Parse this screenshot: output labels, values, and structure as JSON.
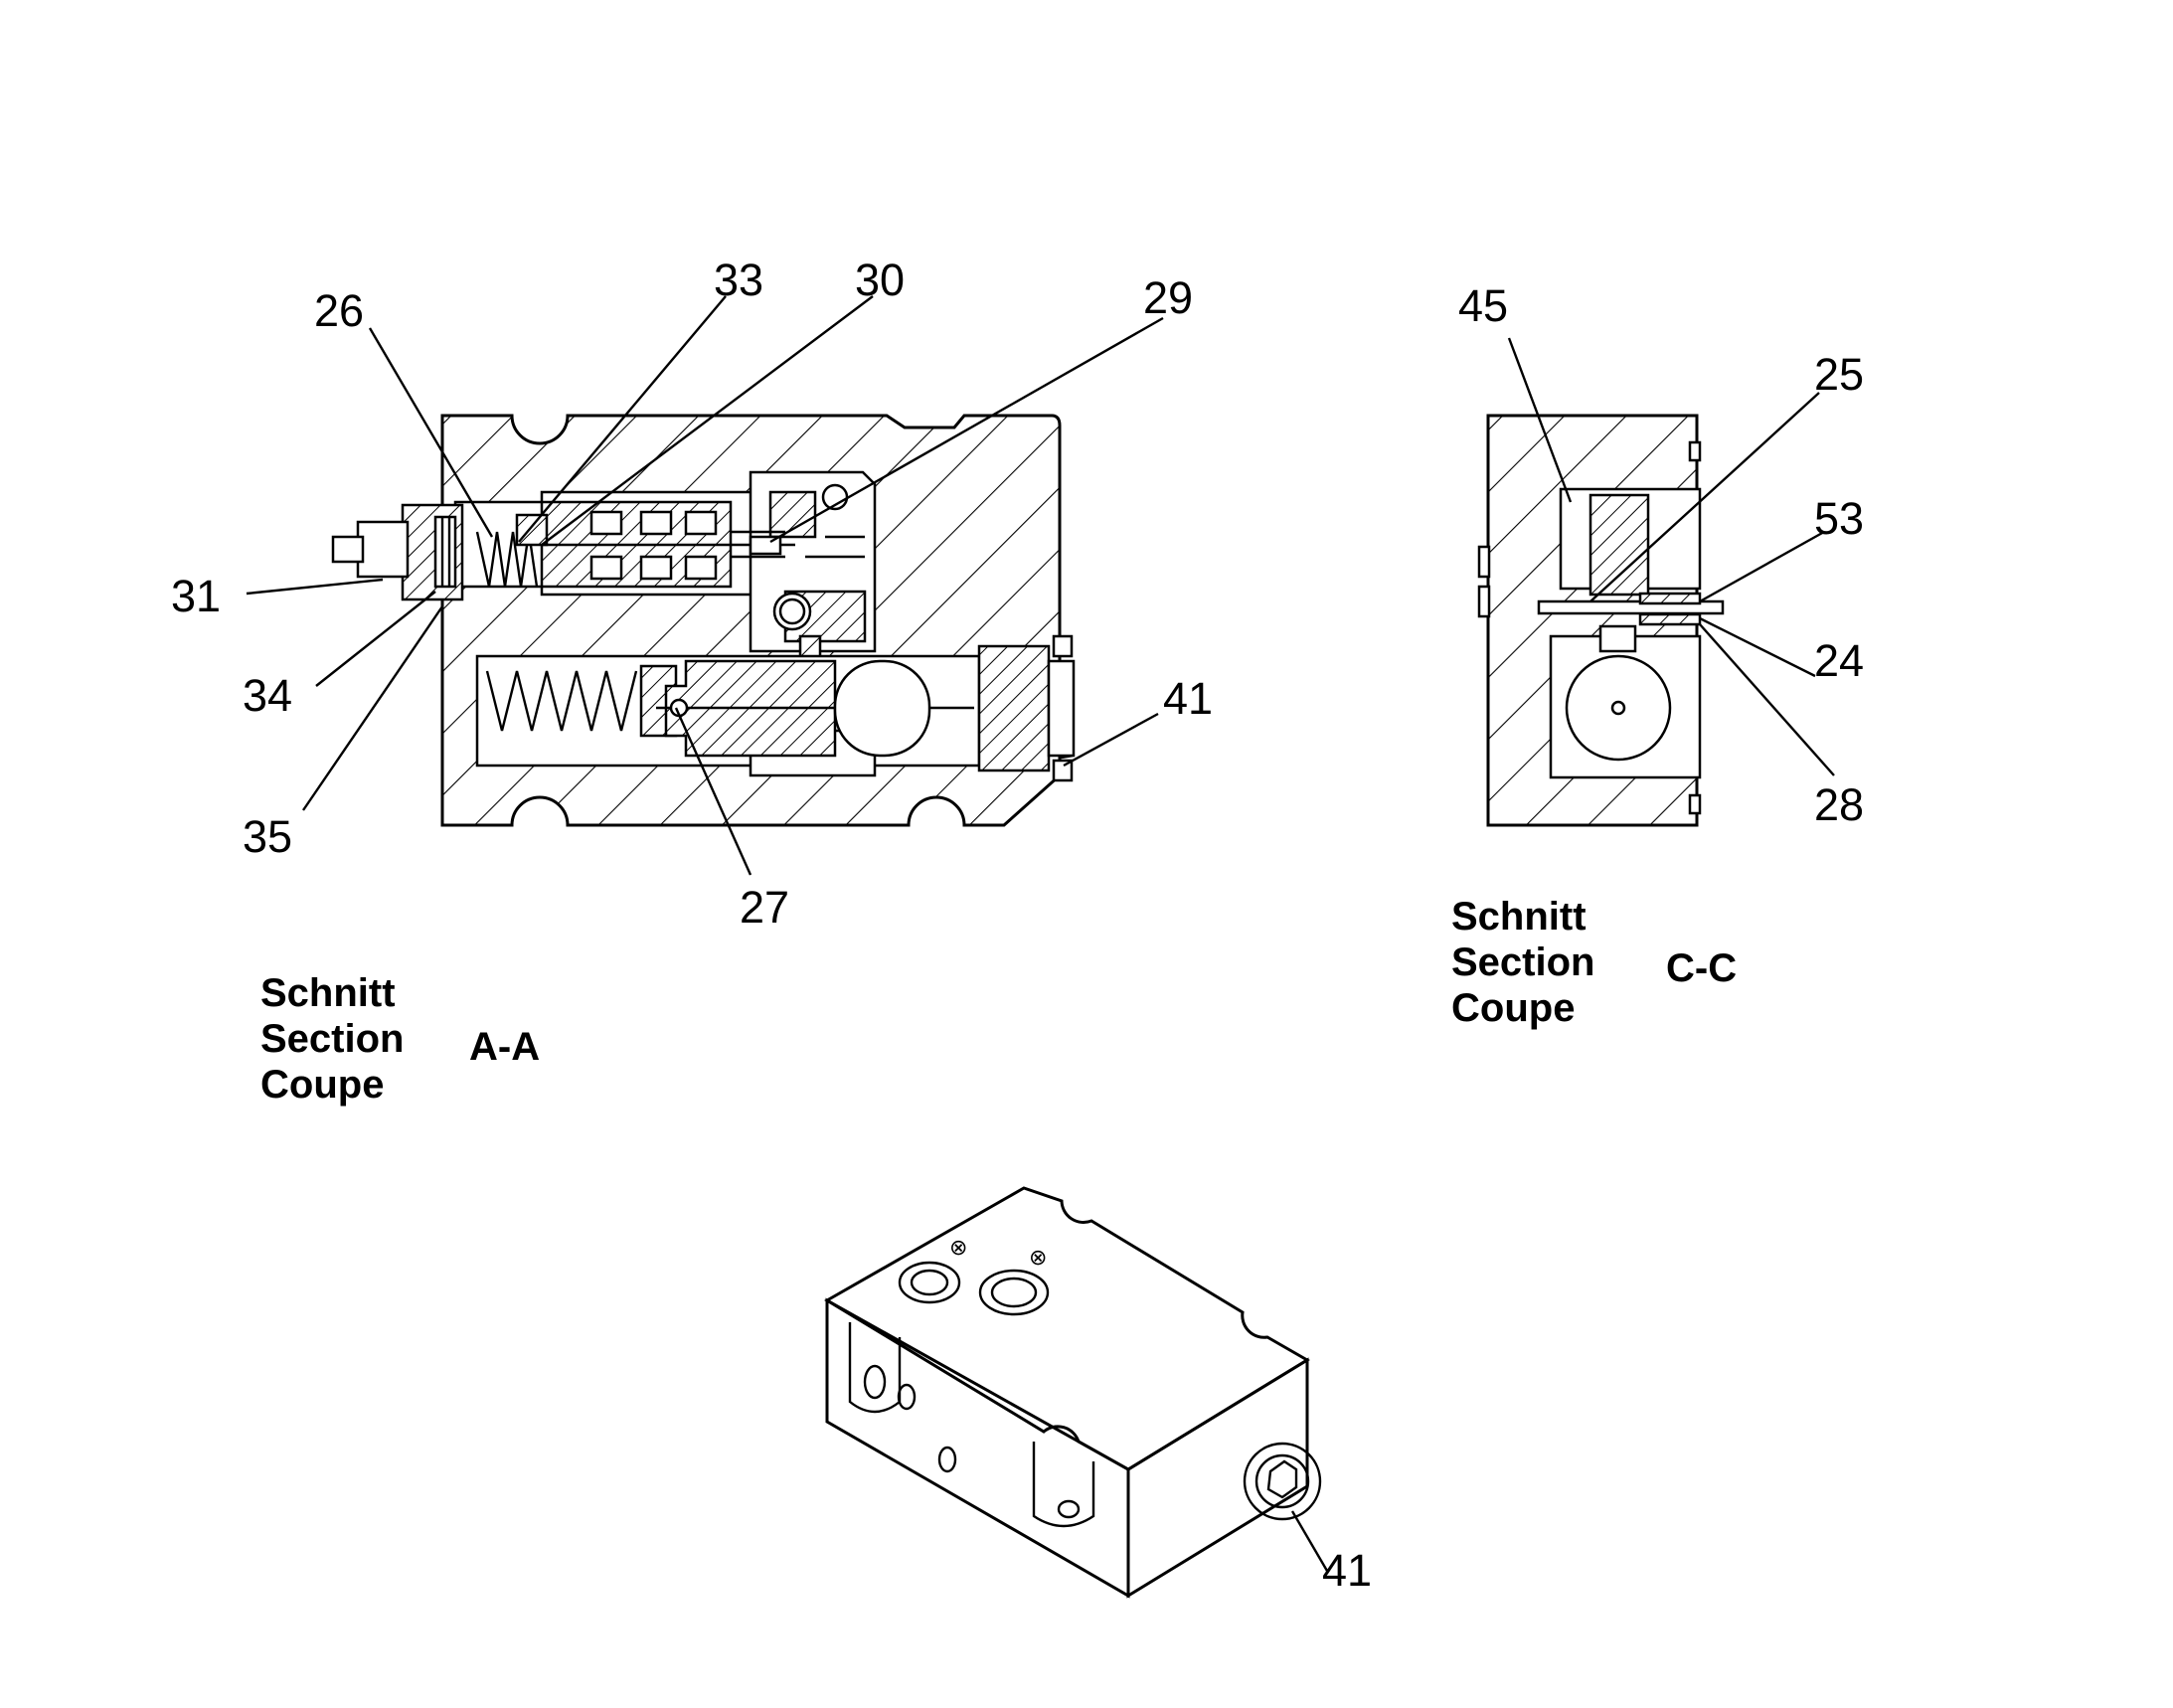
{
  "section_aa": {
    "labels": {
      "p26": "26",
      "p33": "33",
      "p30": "30",
      "p29": "29",
      "p31": "31",
      "p34": "34",
      "p35": "35",
      "p41": "41",
      "p27": "27"
    },
    "caption": {
      "line1": "Schnitt",
      "line2": "Section",
      "line3": "Coupe",
      "id": "A-A"
    }
  },
  "section_cc": {
    "labels": {
      "p45": "45",
      "p25": "25",
      "p53": "53",
      "p24": "24",
      "p28": "28"
    },
    "caption": {
      "line1": "Schnitt",
      "line2": "Section",
      "line3": "Coupe",
      "id": "C-C"
    }
  },
  "iso_view": {
    "labels": {
      "p41": "41"
    }
  }
}
